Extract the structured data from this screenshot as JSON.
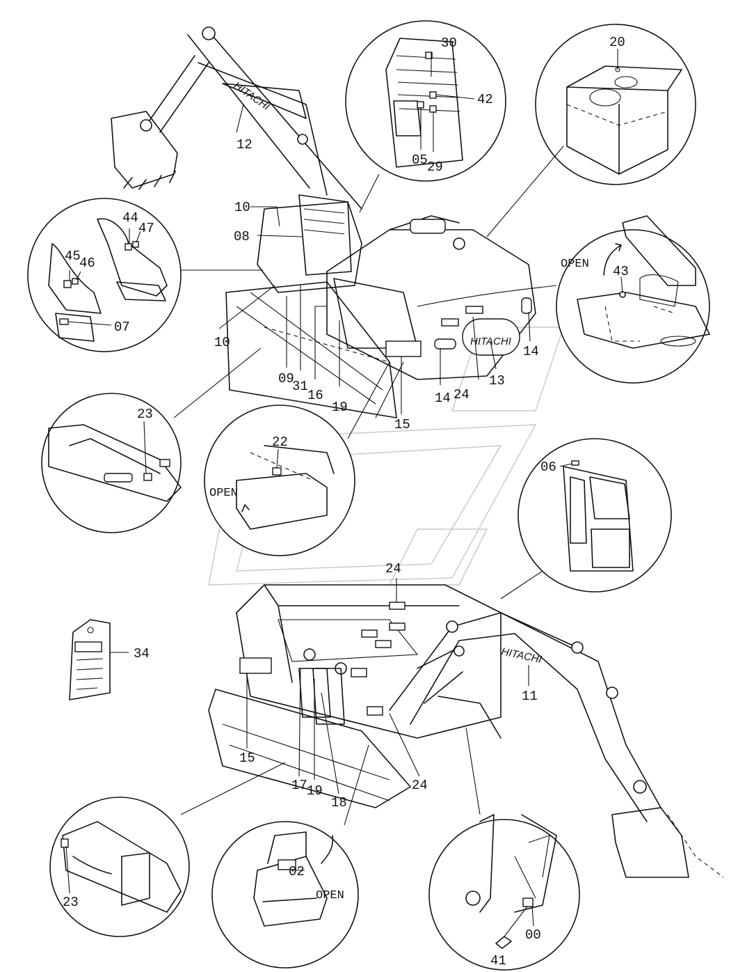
{
  "labels": {
    "p00": "00",
    "p02": "02",
    "p05": "05",
    "p06": "06",
    "p07": "07",
    "p08": "08",
    "p09": "09",
    "p10a": "10",
    "p10b": "10",
    "p11": "11",
    "p12": "12",
    "p13": "13",
    "p14a": "14",
    "p14b": "14",
    "p15a": "15",
    "p15b": "15",
    "p16": "16",
    "p17": "17",
    "p18": "18",
    "p19a": "19",
    "p19b": "19",
    "p20": "20",
    "p22": "22",
    "p23a": "23",
    "p23b": "23",
    "p24a": "24",
    "p24b": "24",
    "p24c": "24",
    "p29": "29",
    "p30": "30",
    "p31": "31",
    "p34": "34",
    "p41": "41",
    "p42": "42",
    "p43": "43",
    "p44": "44",
    "p45": "45",
    "p46": "46",
    "p47": "47"
  },
  "open_labels": {
    "o1": "OPEN",
    "o2": "OPEN",
    "o3": "OPEN"
  },
  "brand": {
    "arm_top": "HITACHI",
    "counterweight": "HITACHI",
    "arm_bottom": "HITACHI"
  }
}
